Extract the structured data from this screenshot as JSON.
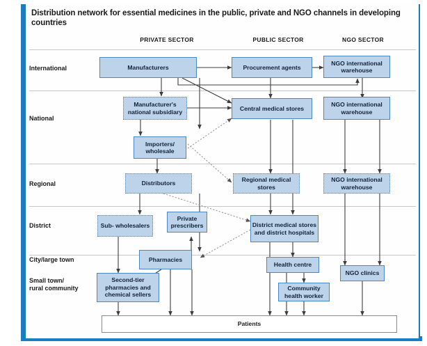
{
  "title": "Distribution network for essential medicines in the public, private and NGO channels in developing countries",
  "sectors": [
    {
      "label": "PRIVATE SECTOR"
    },
    {
      "label": "PUBLIC SECTOR"
    },
    {
      "label": "NGO SECTOR"
    }
  ],
  "tiers": [
    {
      "label": "International"
    },
    {
      "label": "National"
    },
    {
      "label": "Regional"
    },
    {
      "label": "District"
    },
    {
      "label": "City/large town"
    },
    {
      "label": "Small town/\nrural community"
    }
  ],
  "nodes": [
    {
      "id": "manufacturers",
      "label": "Manufacturers",
      "tier": "International",
      "sector": "PRIVATE SECTOR",
      "style": "solid"
    },
    {
      "id": "procurement-agents",
      "label": "Procurement agents",
      "tier": "International",
      "sector": "PUBLIC SECTOR",
      "style": "solid"
    },
    {
      "id": "ngo-intl-warehouse-1",
      "label": "NGO international warehouse",
      "tier": "International",
      "sector": "NGO SECTOR",
      "style": "solid"
    },
    {
      "id": "manufacturers-national-subsidiary",
      "label": "Manufacturer's national subsidiary",
      "tier": "National",
      "sector": "PRIVATE SECTOR",
      "style": "dotted"
    },
    {
      "id": "central-medical-stores",
      "label": "Central medical stores",
      "tier": "National",
      "sector": "PUBLIC SECTOR",
      "style": "solid"
    },
    {
      "id": "ngo-intl-warehouse-2",
      "label": "NGO international warehouse",
      "tier": "National",
      "sector": "NGO SECTOR",
      "style": "solid"
    },
    {
      "id": "importers-wholesale",
      "label": "Importers/ wholesale",
      "tier": "National",
      "sector": "PRIVATE SECTOR",
      "style": "solid"
    },
    {
      "id": "distributors",
      "label": "Distributors",
      "tier": "Regional",
      "sector": "PRIVATE SECTOR",
      "style": "dotted"
    },
    {
      "id": "regional-medical-stores",
      "label": "Regional medical stores",
      "tier": "Regional",
      "sector": "PUBLIC SECTOR",
      "style": "dotted"
    },
    {
      "id": "ngo-intl-warehouse-3",
      "label": "NGO international warehouse",
      "tier": "Regional",
      "sector": "NGO SECTOR",
      "style": "dotted"
    },
    {
      "id": "sub-wholesalers",
      "label": "Sub- wholesalers",
      "tier": "District",
      "sector": "PRIVATE SECTOR",
      "style": "dotted"
    },
    {
      "id": "private-prescribers",
      "label": "Private prescribers",
      "tier": "District",
      "sector": "PRIVATE SECTOR",
      "style": "solid"
    },
    {
      "id": "district-medical-stores",
      "label": "District medical stores and district hospitals",
      "tier": "District",
      "sector": "PUBLIC SECTOR",
      "style": "solid"
    },
    {
      "id": "pharmacies",
      "label": "Pharmacies",
      "tier": "City/large town",
      "sector": "PRIVATE SECTOR",
      "style": "solid"
    },
    {
      "id": "health-centre",
      "label": "Health centre",
      "tier": "City/large town",
      "sector": "PUBLIC SECTOR",
      "style": "solid"
    },
    {
      "id": "second-tier-pharmacies",
      "label": "Second-tier pharmacies and chemical sellers",
      "tier": "Small town/rural community",
      "sector": "PRIVATE SECTOR",
      "style": "solid"
    },
    {
      "id": "community-health-worker",
      "label": "Community health worker",
      "tier": "Small town/rural community",
      "sector": "PUBLIC SECTOR",
      "style": "solid"
    },
    {
      "id": "ngo-clinics",
      "label": "NGO clinics",
      "tier": "Small town/rural community",
      "sector": "NGO SECTOR",
      "style": "solid"
    },
    {
      "id": "patients",
      "label": "Patients",
      "tier": "Bottom",
      "sector": "All",
      "style": "plain"
    }
  ],
  "colors": {
    "frame_blue": "#1b7cc0",
    "node_fill": "#bcd3ea",
    "node_border": "#4a86c0",
    "divider": "#c8c8c8",
    "arrow": "#3c3c3c",
    "dotted_arrow": "#9a9a9a",
    "text": "#12223a"
  }
}
